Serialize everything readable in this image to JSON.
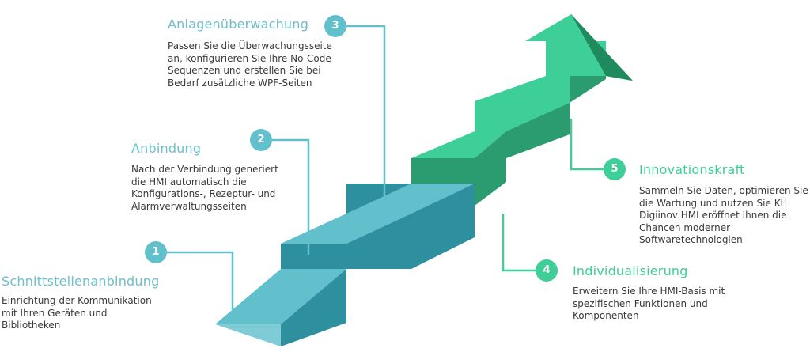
{
  "colors": {
    "teal_light": "#62bfcc",
    "teal_dark": "#2e8f9e",
    "green_light": "#3ecf98",
    "green_dark": "#2a9c70",
    "arrow_dark": "#1f8a5c",
    "text": "#3a3a3a"
  },
  "steps": [
    {
      "number": "1",
      "title": "Schnittstellenanbindung",
      "description": "Einrichtung der Kommunikation mit Ihren Geräten und Bibliotheken"
    },
    {
      "number": "2",
      "title": "Anbindung",
      "description": "Nach der Verbindung generiert die HMI automatisch die Konfigurations-, Rezeptur- und Alarmverwaltungsseiten"
    },
    {
      "number": "3",
      "title": "Anlagenüberwachung",
      "description": "Passen Sie die Überwachungsseite an, konfigurieren Sie Ihre No-Code-Sequenzen und erstellen Sie bei Bedarf zusätzliche WPF-Seiten"
    },
    {
      "number": "4",
      "title": "Individualisierung",
      "description": "Erweitern Sie Ihre HMI-Basis mit spezifischen Funktionen und Komponenten"
    },
    {
      "number": "5",
      "title": "Innovationskraft",
      "description": "Sammeln Sie Daten, optimieren Sie die Wartung und nutzen Sie KI! Digiinov HMI eröffnet Ihnen die Chancen moderner Softwaretechnologien"
    }
  ]
}
